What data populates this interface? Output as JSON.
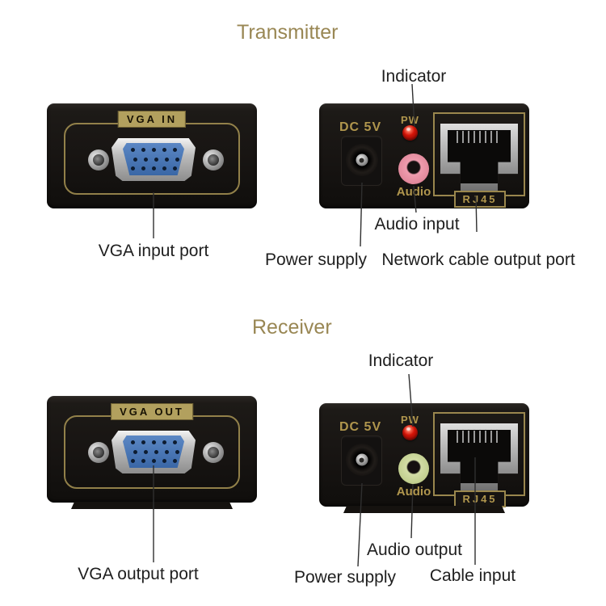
{
  "colors": {
    "title_tan": "#998754",
    "annotation_black": "#1f1f1f",
    "panel_black": "#171412",
    "gold_outline": "#a89454",
    "label_plate": "#b2a05e",
    "panel_text_gold": "#b0964d",
    "led_red": "#d41408",
    "audio_input_pink": "#e2899c",
    "audio_output_green": "#c2cf8f",
    "vga_blue": "#4273b2"
  },
  "transmitter": {
    "title": "Transmitter",
    "front_panel": {
      "port_plate": "VGA IN"
    },
    "back_panel": {
      "dc": "DC 5V",
      "pw": "PW",
      "audio": "Audio",
      "rj45": "RJ45"
    },
    "annotations": {
      "indicator": "Indicator",
      "vga_port": "VGA input port",
      "power": "Power supply",
      "audio": "Audio input",
      "network": "Network cable output port"
    }
  },
  "receiver": {
    "title": "Receiver",
    "front_panel": {
      "port_plate": "VGA OUT"
    },
    "back_panel": {
      "dc": "DC 5V",
      "pw": "PW",
      "audio": "Audio",
      "rj45": "RJ45"
    },
    "annotations": {
      "indicator": "Indicator",
      "vga_port": "VGA output port",
      "power": "Power supply",
      "audio": "Audio output",
      "network": "Cable input"
    }
  }
}
